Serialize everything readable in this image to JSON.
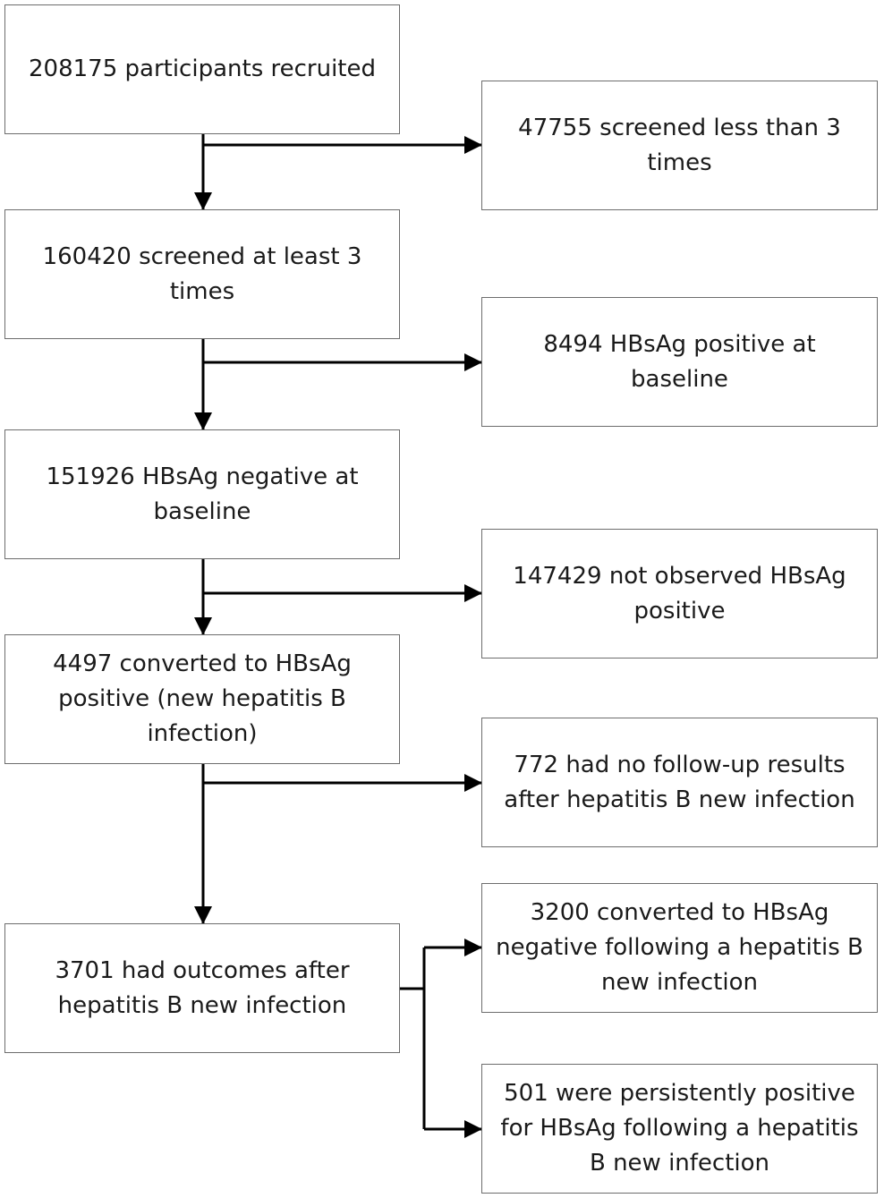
{
  "boxes": {
    "recruited": "208175 participants recruited",
    "screened_at_least_3": "160420 screened at least 3\ntimes",
    "hbsag_negative_baseline": "151926 HBsAg negative at\nbaseline",
    "converted_positive": "4497 converted to HBsAg\npositive (new hepatitis B\ninfection)",
    "had_outcomes": "3701 had outcomes after\nhepatitis B new infection",
    "screened_less_than_3": "47755  screened less than 3\ntimes",
    "hbsag_positive_baseline": "8494 HBsAg positive at\nbaseline",
    "not_observed_positive": "147429 not observed HBsAg\npositive",
    "no_followup": "772 had no follow-up results\nafter hepatitis B new infection",
    "converted_negative": "3200 converted to HBsAg\nnegative following a hepatitis B\nnew infection",
    "persistently_positive": "501 were persistently positive\nfor HBsAg following a hepatitis\nB new infection"
  },
  "colors": {
    "box_border": "#6d6d6d",
    "arrow": "#000000",
    "text": "#1a1a1a"
  }
}
